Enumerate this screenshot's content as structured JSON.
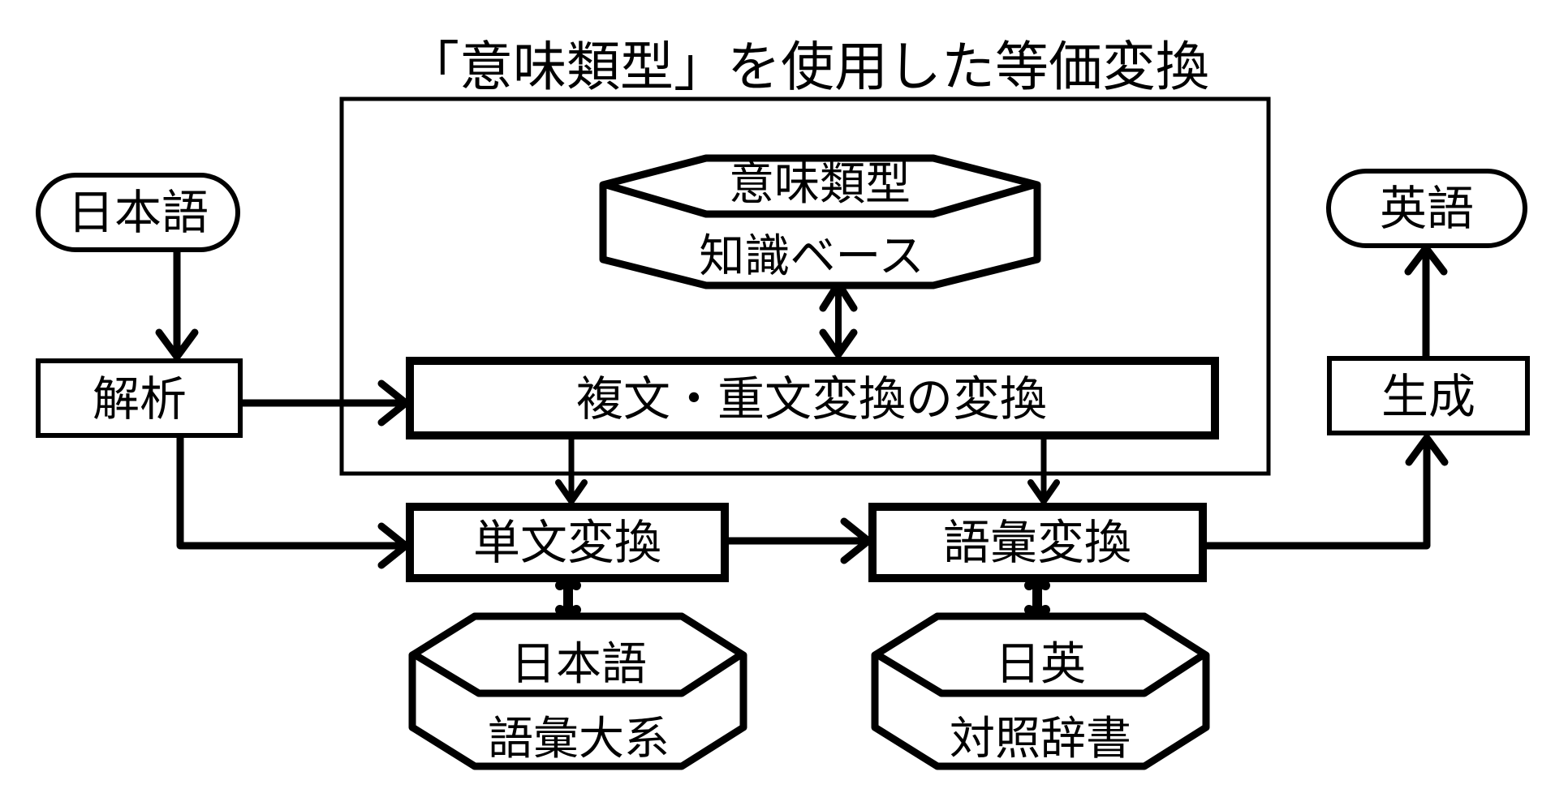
{
  "title": "「意味類型」を使用した等価変換",
  "colors": {
    "stroke": "#000000",
    "background": "#ffffff"
  },
  "nodes": {
    "input": {
      "label": "日本語",
      "shape": "terminal"
    },
    "analysis": {
      "label": "解析",
      "shape": "process"
    },
    "complex_conversion": {
      "label": "複文・重文変換の変換",
      "shape": "process"
    },
    "semantic_kb": {
      "label_top": "意味類型",
      "label_bottom": "知識ベース",
      "shape": "database"
    },
    "simple_conversion": {
      "label": "単文変換",
      "shape": "process"
    },
    "lexical_conversion": {
      "label": "語彙変換",
      "shape": "process"
    },
    "jp_lexicon": {
      "label_top": "日本語",
      "label_bottom": "語彙大系",
      "shape": "database"
    },
    "je_dictionary": {
      "label_top": "日英",
      "label_bottom": "対照辞書",
      "shape": "database"
    },
    "generation": {
      "label": "生成",
      "shape": "process"
    },
    "output": {
      "label": "英語",
      "shape": "terminal"
    }
  },
  "group": {
    "label": "「意味類型」を使用した等価変換",
    "contains": [
      "semantic_kb",
      "complex_conversion"
    ]
  },
  "edges": [
    {
      "from": "input",
      "to": "analysis",
      "type": "arrow"
    },
    {
      "from": "analysis",
      "to": "complex_conversion",
      "type": "arrow"
    },
    {
      "from": "analysis",
      "to": "simple_conversion",
      "type": "arrow"
    },
    {
      "from": "semantic_kb",
      "to": "complex_conversion",
      "type": "bidirectional"
    },
    {
      "from": "complex_conversion",
      "to": "simple_conversion",
      "type": "arrow"
    },
    {
      "from": "complex_conversion",
      "to": "lexical_conversion",
      "type": "arrow"
    },
    {
      "from": "simple_conversion",
      "to": "lexical_conversion",
      "type": "arrow"
    },
    {
      "from": "simple_conversion",
      "to": "jp_lexicon",
      "type": "bidirectional"
    },
    {
      "from": "lexical_conversion",
      "to": "je_dictionary",
      "type": "bidirectional"
    },
    {
      "from": "lexical_conversion",
      "to": "generation",
      "type": "arrow"
    },
    {
      "from": "generation",
      "to": "output",
      "type": "arrow"
    }
  ]
}
